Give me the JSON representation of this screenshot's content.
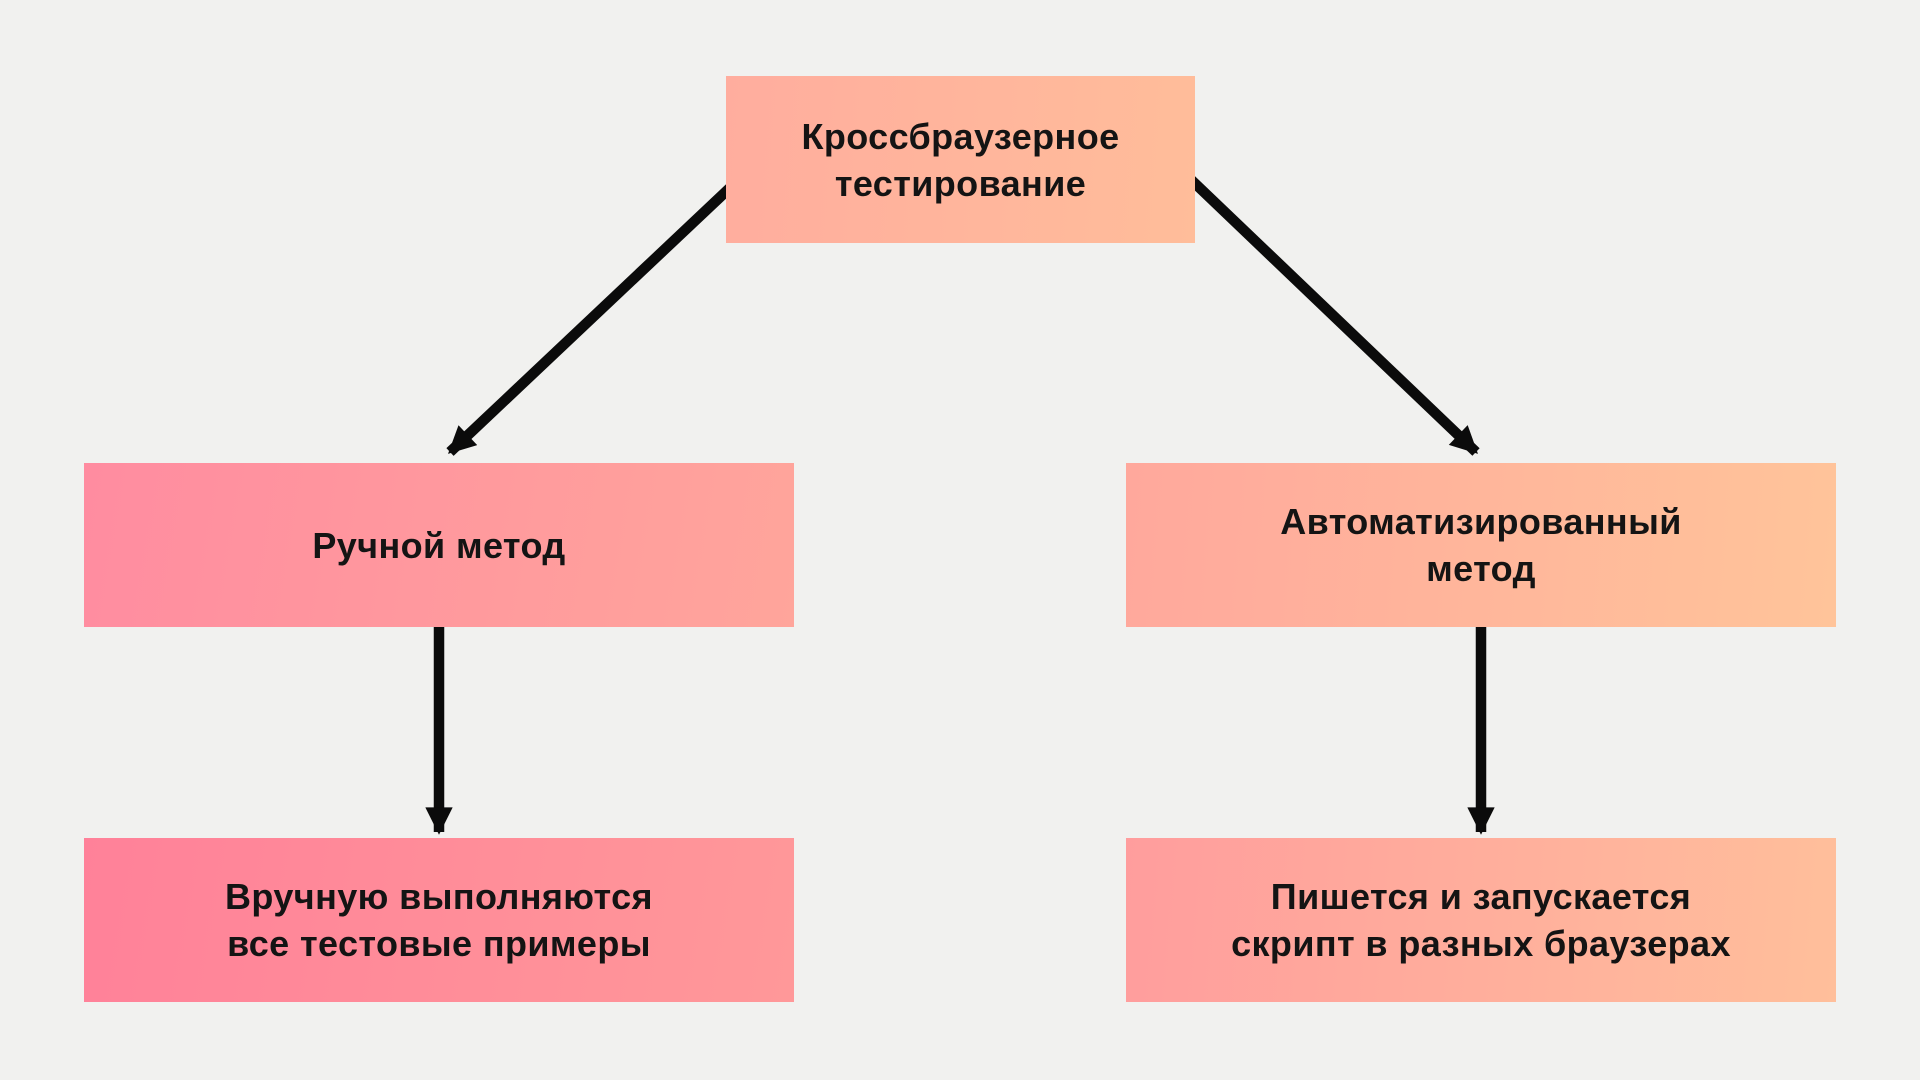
{
  "page": {
    "background": "#F1F1EF",
    "arrow_color": "#0B0B0B",
    "text_color": "#141414"
  },
  "nodes": {
    "root": {
      "lines": [
        "Кроссбраузерное",
        "тестирование"
      ],
      "gradient": {
        "angle": 95,
        "from": "#FFAD9E",
        "to": "#FFBD9A"
      }
    },
    "manual_method": {
      "lines": [
        "Ручной метод"
      ],
      "gradient": {
        "angle": 100,
        "from": "#FF8CA0",
        "to": "#FFA59B"
      }
    },
    "auto_method": {
      "lines": [
        "Автоматизированный",
        "метод"
      ],
      "gradient": {
        "angle": 95,
        "from": "#FFA89C",
        "to": "#FFC49A"
      }
    },
    "manual_desc": {
      "lines": [
        "Вручную выполняются",
        "все тестовые примеры"
      ],
      "gradient": {
        "angle": 100,
        "from": "#FF8199",
        "to": "#FF9899"
      }
    },
    "auto_desc": {
      "lines": [
        "Пишется и запускается",
        "скрипт в разных браузерах"
      ],
      "gradient": {
        "angle": 95,
        "from": "#FF9D9D",
        "to": "#FFBF9B"
      }
    }
  }
}
